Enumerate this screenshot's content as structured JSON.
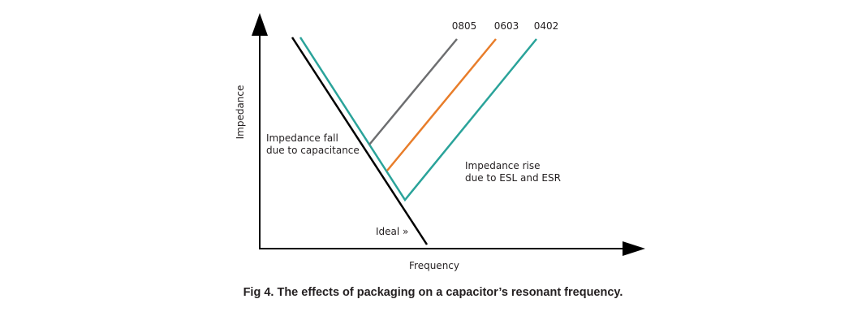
{
  "diagram": {
    "y_axis_label": "Impedance",
    "x_axis_label": "Frequency",
    "fall_label": {
      "line1": "Impedance fall",
      "line2": "due to capacitance"
    },
    "rise_label": {
      "line1": "Impedance rise",
      "line2": "due to ESL and ESR"
    },
    "ideal_label": "Ideal »",
    "packages": [
      {
        "name": "0805",
        "color": "#6d6e70"
      },
      {
        "name": "0603",
        "color": "#e87d2a"
      },
      {
        "name": "0402",
        "color": "#2aa39a"
      }
    ],
    "ideal_color": "#000000",
    "axis_color": "#000000"
  },
  "caption": "Fig 4.  The effects of packaging on a capacitor’s resonant frequency."
}
